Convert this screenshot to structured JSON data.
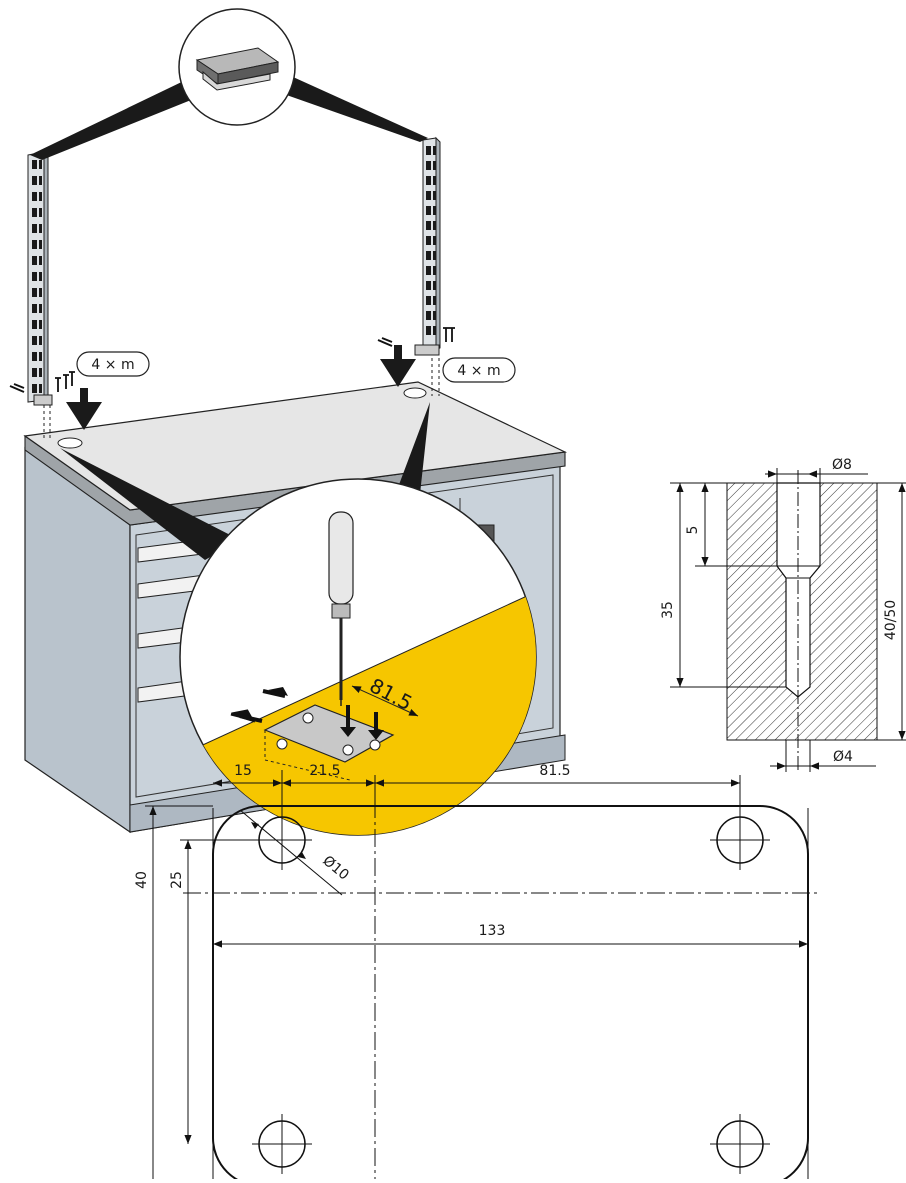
{
  "assembly": {
    "qty_left": "4 × m",
    "qty_right": "4 × m",
    "detail_dim": "81.5"
  },
  "drill_section": {
    "dia_top": "Ø8",
    "dia_bottom": "Ø4",
    "depth_counterbore": "5",
    "depth_hole": "35",
    "board_thickness": "40/50"
  },
  "plate_drawing": {
    "overall_length": "133",
    "dim_15": "15",
    "dim_21_5": "21.5",
    "dim_81_5": "81.5",
    "height_40": "40",
    "hole_spacing_25": "25",
    "hole_dia": "Ø10"
  },
  "colors": {
    "cabinet_body": "#c9d2da",
    "cabinet_top": "#e6e6e6",
    "accent_yellow": "#f6c600",
    "line": "#111111"
  }
}
